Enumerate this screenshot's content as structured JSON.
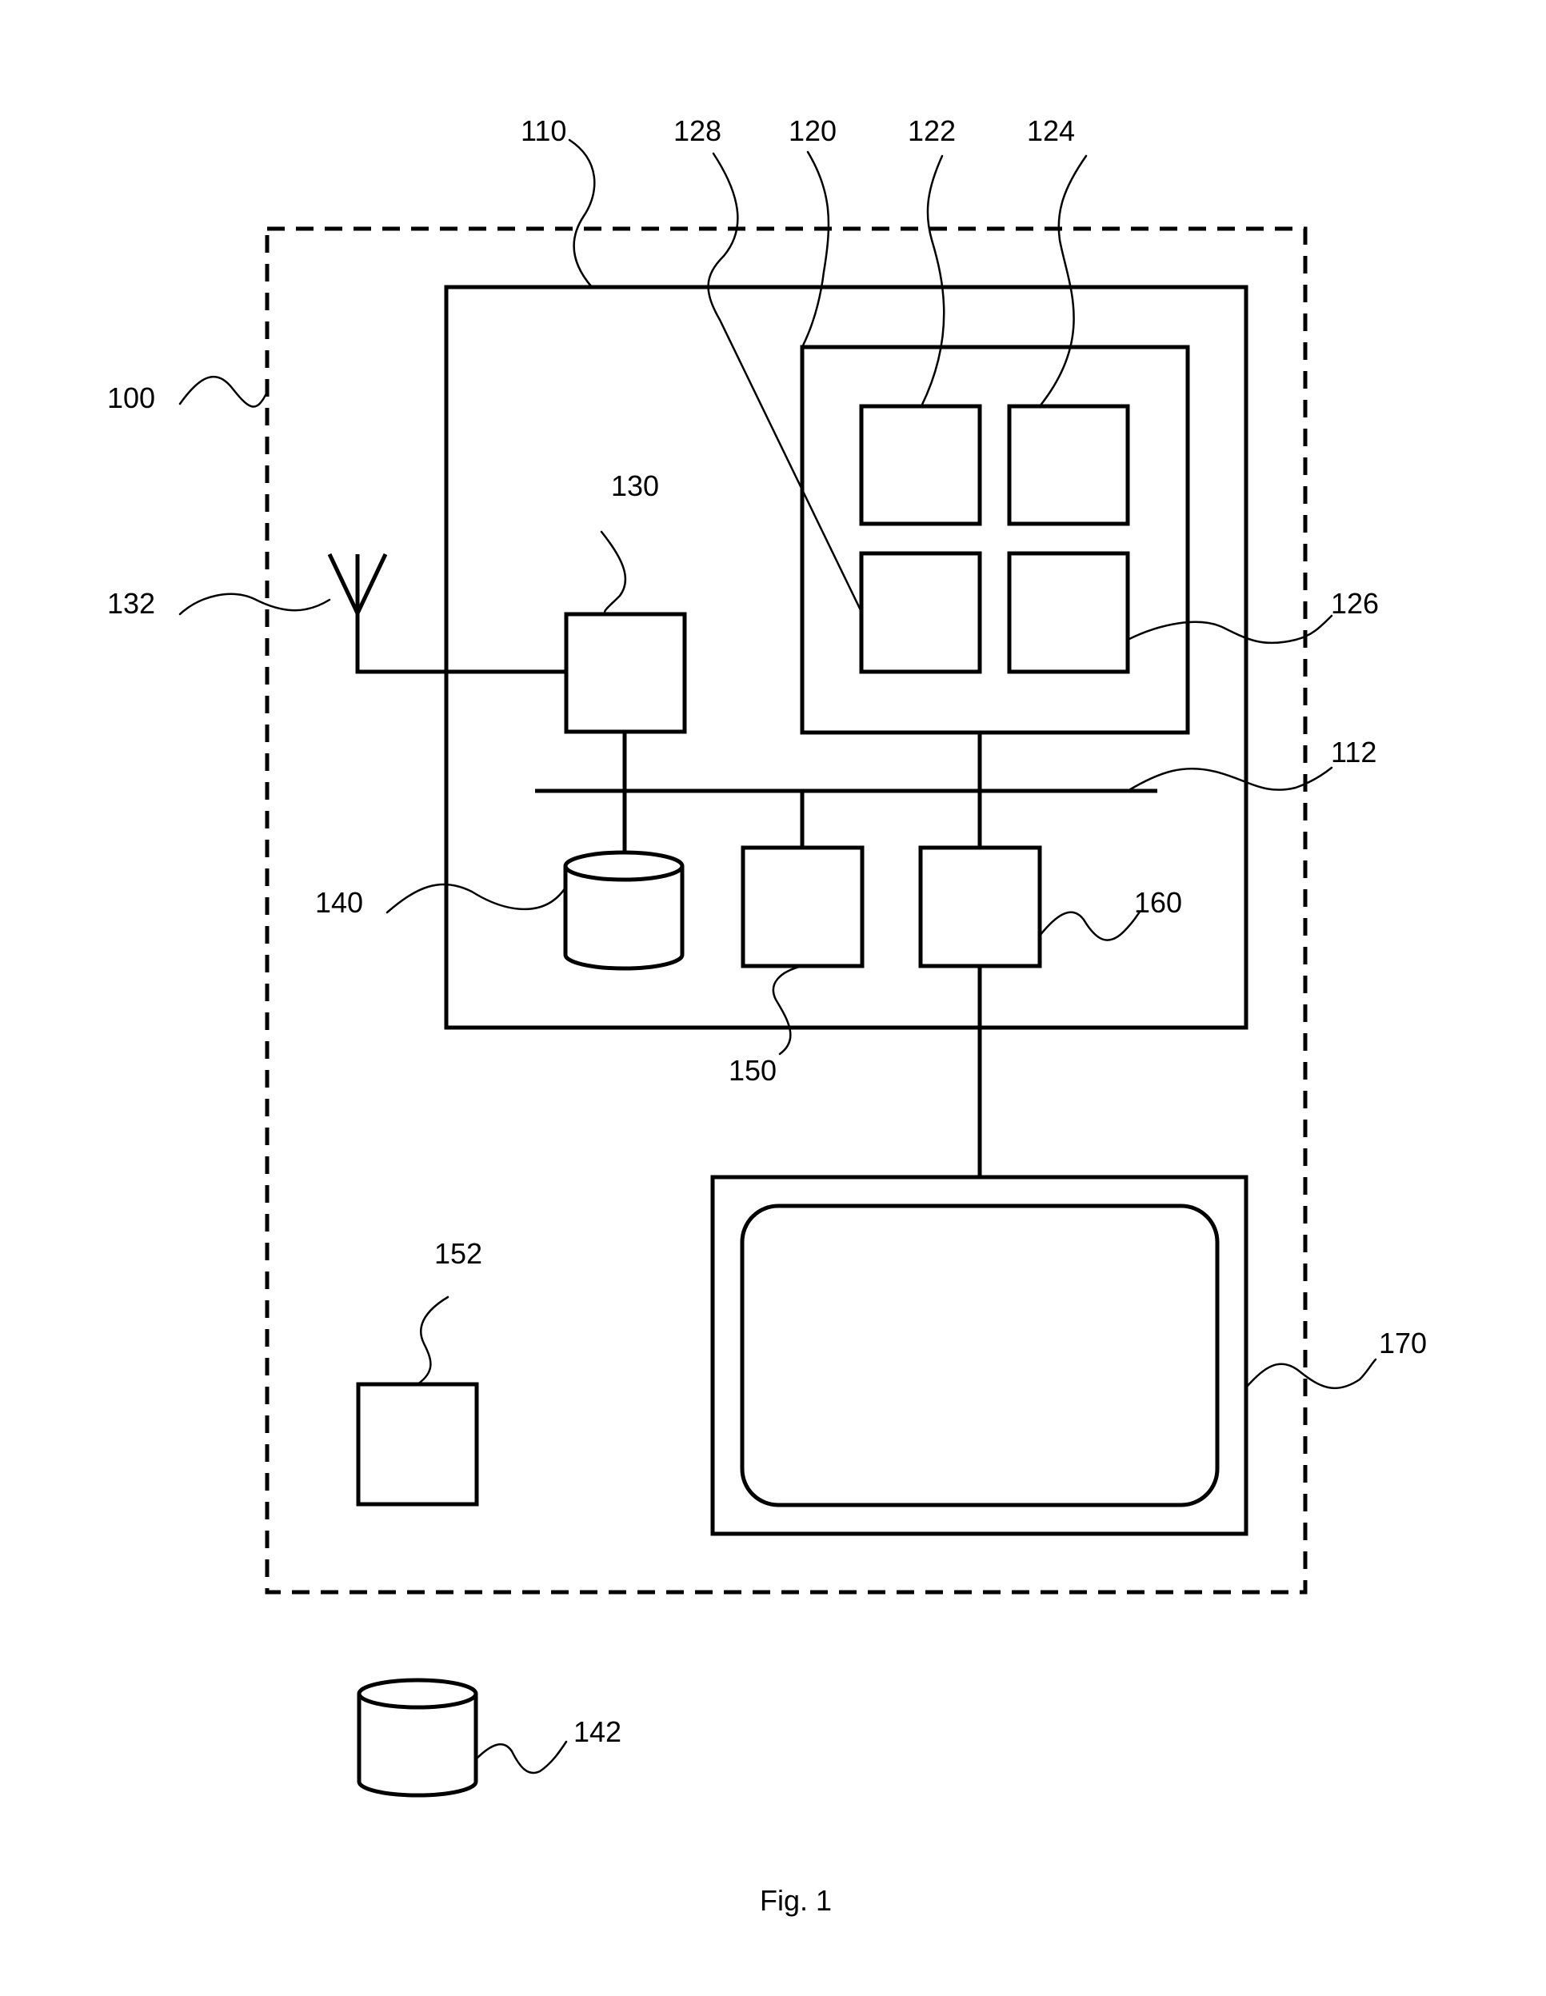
{
  "figure": {
    "caption": "Fig. 1",
    "labels": {
      "l100": "100",
      "l110": "110",
      "l112": "112",
      "l120": "120",
      "l122": "122",
      "l124": "124",
      "l126": "126",
      "l128": "128",
      "l130": "130",
      "l132": "132",
      "l140": "140",
      "l142": "142",
      "l150": "150",
      "l152": "152",
      "l160": "160",
      "l170": "170"
    }
  }
}
